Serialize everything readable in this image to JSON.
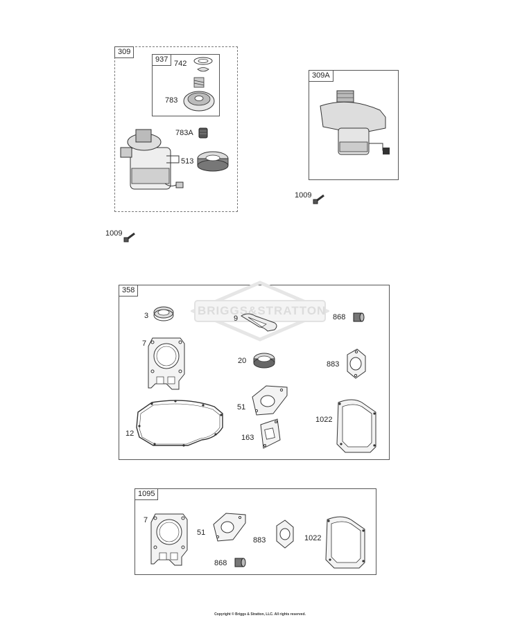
{
  "starter_section": {
    "kit_tag": "309",
    "sub_kit_tag": "937",
    "labels": {
      "p742": "742",
      "p783": "783",
      "p783a": "783A",
      "p513": "513"
    },
    "bolt_label": "1009"
  },
  "starter_alt": {
    "kit_tag": "309A",
    "bolt_label": "1009"
  },
  "gasket_set": {
    "kit_tag": "358",
    "watermark": "BRIGGS&STRATTON",
    "labels": {
      "p3": "3",
      "p7": "7",
      "p9": "9",
      "p868": "868",
      "p20": "20",
      "p883": "883",
      "p51": "51",
      "p12": "12",
      "p163": "163",
      "p1022": "1022"
    }
  },
  "gasket_set_2": {
    "kit_tag": "1095",
    "labels": {
      "p7": "7",
      "p51": "51",
      "p883": "883",
      "p1022": "1022",
      "p868": "868"
    }
  },
  "footer": {
    "copyright": "Copyright © Briggs & Stratton, LLC. All rights reserved."
  }
}
